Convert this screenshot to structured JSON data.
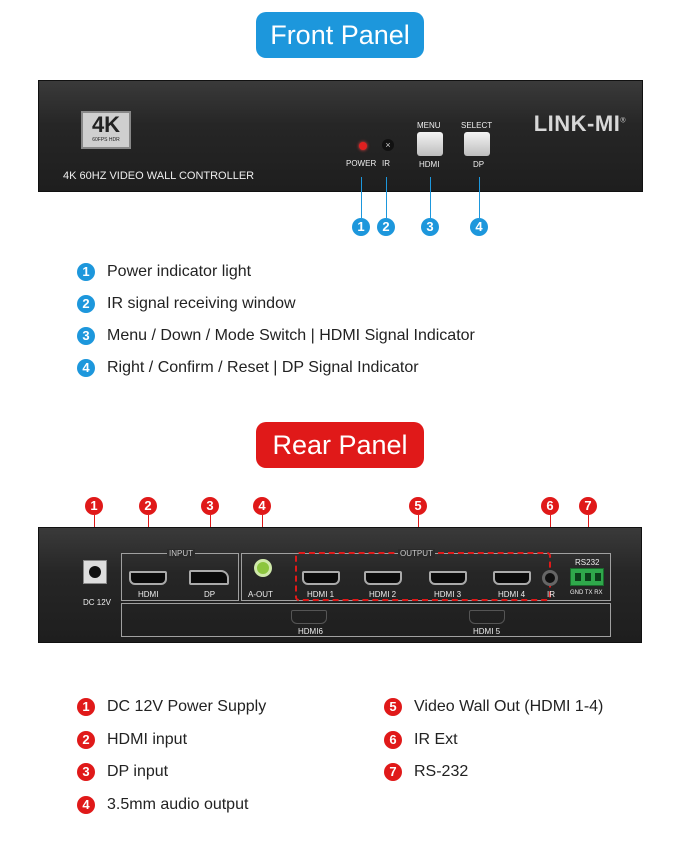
{
  "front": {
    "title": "Front Panel",
    "device": {
      "logo_main": "4K",
      "logo_sub": "60FPS HDR",
      "model_label": "4K 60HZ VIDEO WALL CONTROLLER",
      "brand": "LINK-MI",
      "brand_mark": "®",
      "labels": {
        "power": "POWER",
        "ir": "IR",
        "menu_top": "MENU",
        "menu_bottom": "HDMI",
        "select_top": "SELECT",
        "select_bottom": "DP"
      }
    },
    "items": [
      {
        "num": "1",
        "text": "Power indicator light"
      },
      {
        "num": "2",
        "text": "IR signal receiving window"
      },
      {
        "num": "3",
        "text": "Menu / Down / Mode Switch | HDMI Signal Indicator"
      },
      {
        "num": "4",
        "text": "Right / Confirm / Reset | DP Signal Indicator"
      }
    ]
  },
  "rear": {
    "title": "Rear Panel",
    "device": {
      "dc": "DC 12V",
      "input_group": "INPUT",
      "output_group": "OUTPUT",
      "hdmi_in": "HDMI",
      "dp_in": "DP",
      "aout": "A-OUT",
      "outputs": [
        "HDMI 1",
        "HDMI 2",
        "HDMI 3",
        "HDMI 4"
      ],
      "ir": "IR",
      "rs232": "RS232",
      "rs232_pins": "GND TX  RX",
      "hdmi6": "HDMI6",
      "hdmi5": "HDMI 5"
    },
    "markers": [
      "1",
      "2",
      "3",
      "4",
      "5",
      "6",
      "7"
    ],
    "items_left": [
      {
        "num": "1",
        "text": "DC 12V Power Supply"
      },
      {
        "num": "2",
        "text": "HDMI input"
      },
      {
        "num": "3",
        "text": "DP input"
      },
      {
        "num": "4",
        "text": "3.5mm audio output"
      }
    ],
    "items_right": [
      {
        "num": "5",
        "text": "Video Wall Out (HDMI 1-4)"
      },
      {
        "num": "6",
        "text": "IR Ext"
      },
      {
        "num": "7",
        "text": "RS-232"
      }
    ]
  },
  "colors": {
    "blue": "#1d97dc",
    "red": "#e01919"
  }
}
